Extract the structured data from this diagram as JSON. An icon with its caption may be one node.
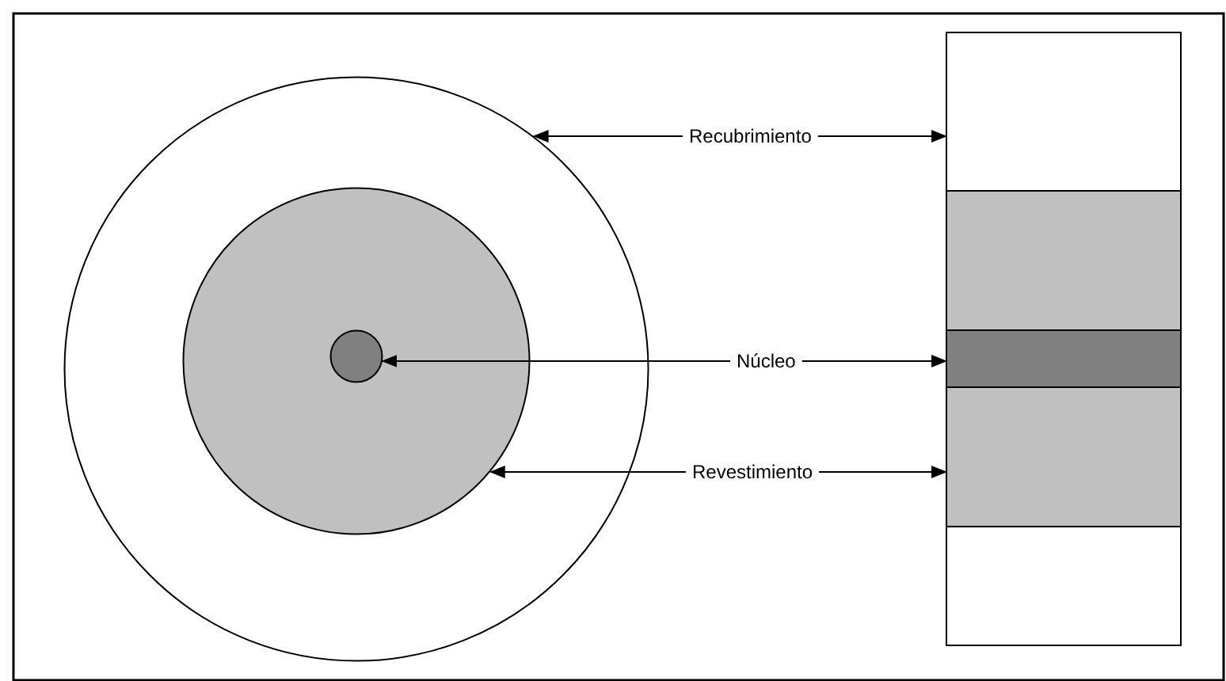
{
  "diagram": {
    "nodes": [
      {
        "text": [
          "Recubrimiento"
        ]
      },
      {
        "text": [
          "Núcleo"
        ]
      },
      {
        "text": [
          "Revestimiento"
        ]
      },
      {
        "text": [],
        "shape": "circle"
      },
      {
        "text": [],
        "shape": "circle",
        "in": 3
      },
      {
        "text": [],
        "shape": "circle",
        "in": 4
      },
      {
        "text": [],
        "shape": "box"
      },
      {
        "text": [],
        "shape": "bar",
        "in": 6
      },
      {
        "text": [],
        "shape": "bar",
        "in": 7
      }
    ],
    "edges": [
      {
        "from": 0,
        "to": 3,
        "arrow": "to"
      },
      {
        "from": 0,
        "to": 6,
        "arrow": "to"
      },
      {
        "from": 1,
        "to": 5,
        "arrow": "to"
      },
      {
        "from": 1,
        "to": 8,
        "arrow": "to"
      },
      {
        "from": 2,
        "to": 4,
        "arrow": "to"
      },
      {
        "from": 2,
        "to": 7,
        "arrow": "to"
      }
    ]
  }
}
